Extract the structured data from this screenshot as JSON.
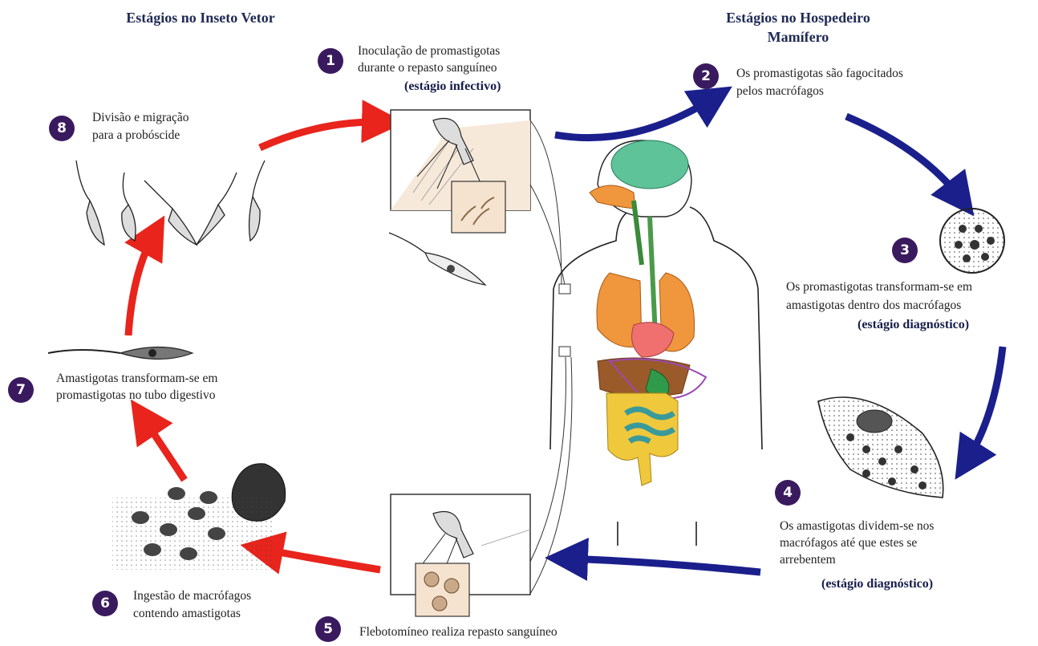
{
  "titles": {
    "insect": "Estágios no Inseto Vetor",
    "host": "Estágios no Hospedeiro Mamífero"
  },
  "steps": [
    {
      "num": "1",
      "line1": "Inoculação de promastigotas",
      "line2": "durante o repasto sanguíneo",
      "stage": "(estágio infectivo)"
    },
    {
      "num": "2",
      "line1": "Os promastigotas são fagocitados",
      "line2": "pelos macrófagos",
      "stage": ""
    },
    {
      "num": "3",
      "line1": "Os promastigotas transformam-se em",
      "line2": "amastigotas dentro dos macrófagos",
      "stage": "(estágio diagnóstico)"
    },
    {
      "num": "4",
      "line1": "Os amastigotas dividem-se nos",
      "line2": "macrófagos até que estes se",
      "line3": "arrebentem",
      "stage": "(estágio diagnóstico)"
    },
    {
      "num": "5",
      "line1": "Flebotomíneo realiza repasto sanguíneo",
      "line2": "",
      "stage": ""
    },
    {
      "num": "6",
      "line1": "Ingestão de macrófagos",
      "line2": "contendo amastigotas",
      "stage": ""
    },
    {
      "num": "7",
      "line1": "Amastigotas transformam-se em",
      "line2": "promastigotas no tubo digestivo",
      "stage": ""
    },
    {
      "num": "8",
      "line1": "Divisão e migração",
      "line2": "para a probóscide",
      "stage": ""
    }
  ],
  "colors": {
    "host_arrows": "#1a1f8c",
    "insect_arrows": "#e8241c",
    "badge": "#3a1a5e",
    "brain": "#5fc39a",
    "lungs": "#f0963c",
    "heart": "#f07070",
    "liver": "#9a5a2a",
    "intestine_small": "#3a9a9a",
    "intestine_large": "#f0c83c"
  }
}
